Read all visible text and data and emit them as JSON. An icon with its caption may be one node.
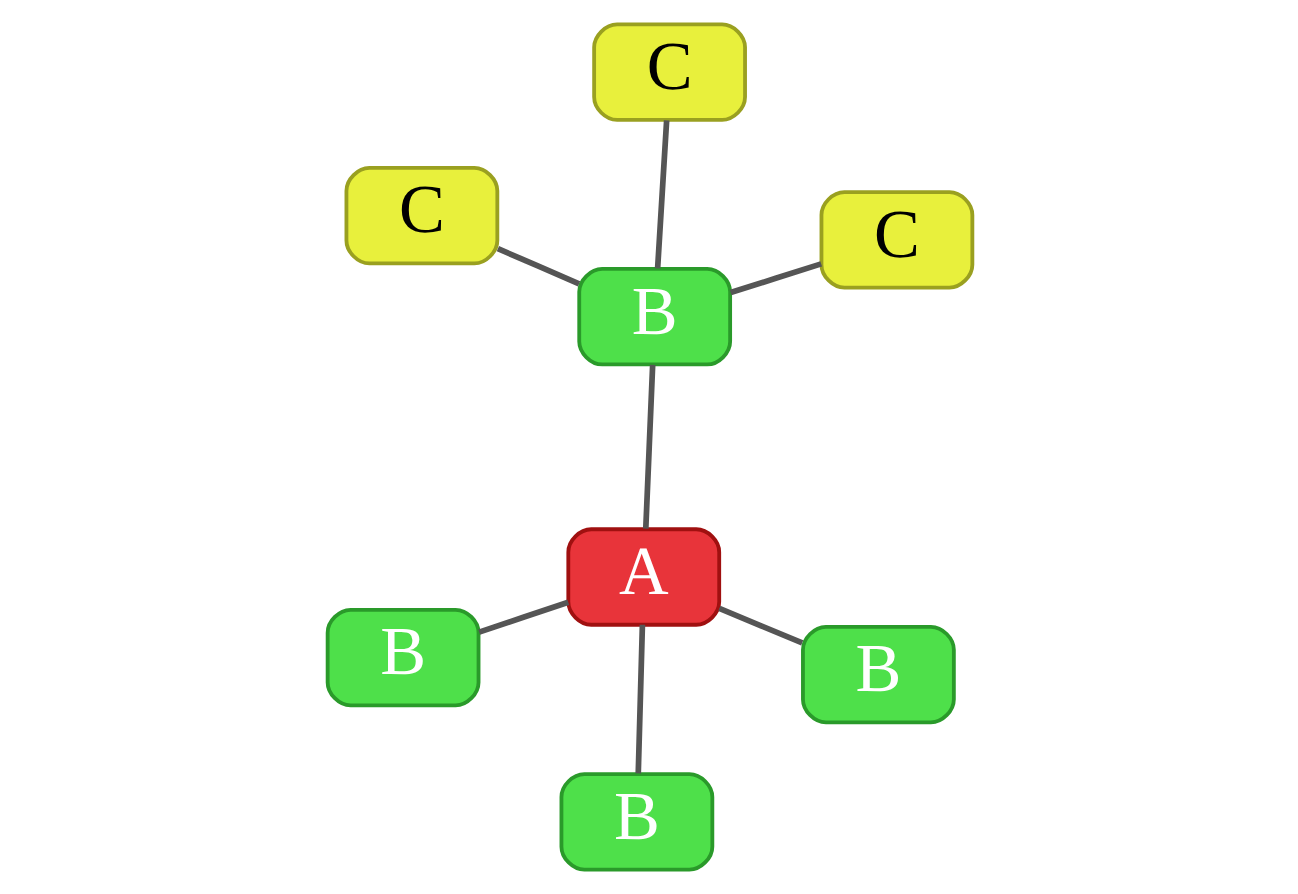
{
  "diagram": {
    "nodes": [
      {
        "text": [
          "C"
        ]
      },
      {
        "text": [
          "C"
        ]
      },
      {
        "text": [
          "B"
        ]
      },
      {
        "text": [
          "B"
        ]
      },
      {
        "text": [
          "C"
        ]
      },
      {
        "text": [
          "A"
        ]
      },
      {
        "text": [
          "B"
        ]
      },
      {
        "text": [
          "B"
        ]
      }
    ],
    "edges": [
      {
        "from": 5,
        "to": 2,
        "arrow": "none"
      },
      {
        "from": 5,
        "to": 3,
        "arrow": "none"
      },
      {
        "from": 5,
        "to": 6,
        "arrow": "none"
      },
      {
        "from": 5,
        "to": 7,
        "arrow": "none"
      },
      {
        "from": 3,
        "to": 0,
        "arrow": "none"
      },
      {
        "from": 3,
        "to": 1,
        "arrow": "none"
      },
      {
        "from": 3,
        "to": 4,
        "arrow": "none"
      }
    ]
  }
}
